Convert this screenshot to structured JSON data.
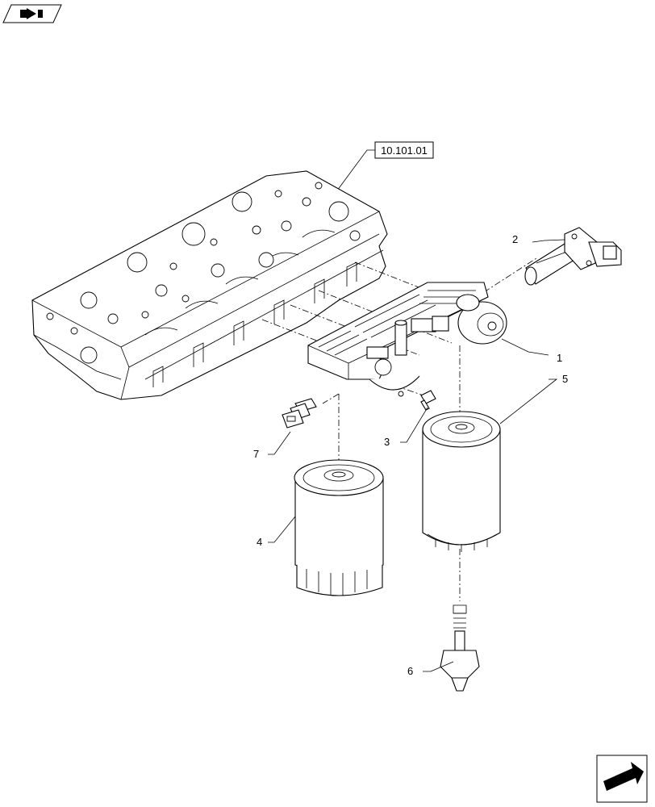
{
  "reference_label": "10.101.01",
  "callouts": [
    {
      "id": "callout-1",
      "text": "1"
    },
    {
      "id": "callout-2",
      "text": "2"
    },
    {
      "id": "callout-3",
      "text": "3"
    },
    {
      "id": "callout-4",
      "text": "4"
    },
    {
      "id": "callout-5",
      "text": "5"
    },
    {
      "id": "callout-6",
      "text": "6"
    },
    {
      "id": "callout-7",
      "text": "7"
    }
  ],
  "icons": {
    "top_left": "book-arrow-icon",
    "bottom_right": "next-page-arrow-icon"
  }
}
